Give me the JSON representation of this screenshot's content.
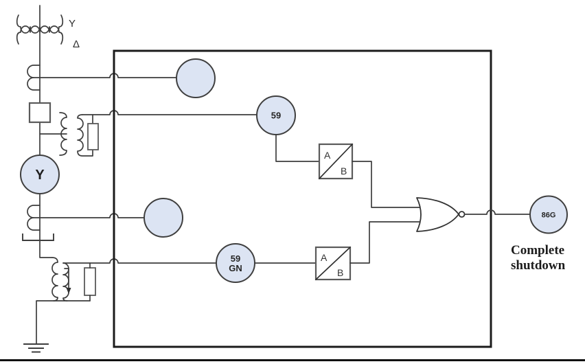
{
  "colors": {
    "node_fill": "#dce4f3",
    "line": "#3d3d3d",
    "enclosure": "#1b1b1b"
  },
  "transformer": {
    "wye": "Y",
    "delta": "Δ"
  },
  "generator": {
    "label": "Y"
  },
  "relays": {
    "r59": {
      "label": "59"
    },
    "r59gn": {
      "line1": "59",
      "line2": "GN"
    },
    "r86g": {
      "label": "86G"
    }
  },
  "converter": {
    "top": "A",
    "bottom": "B"
  },
  "caption": {
    "line1": "Complete",
    "line2": "shutdown"
  }
}
